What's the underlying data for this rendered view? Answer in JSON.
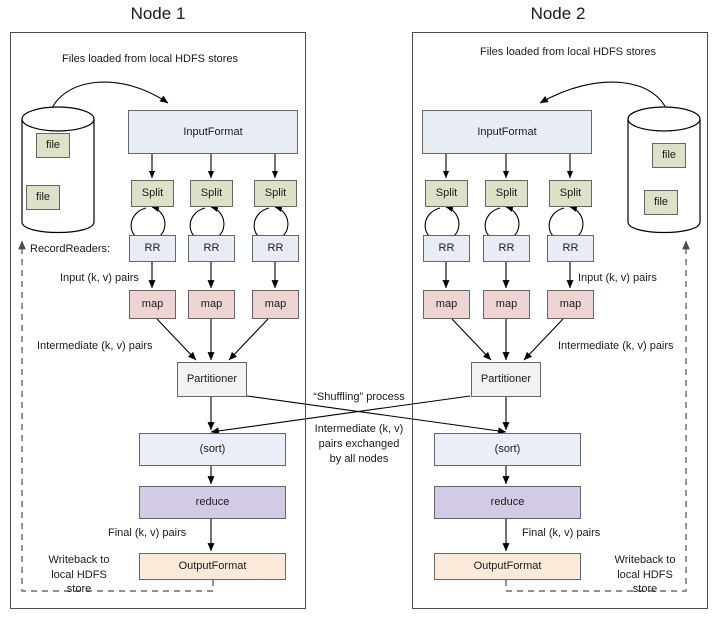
{
  "diagram": {
    "title": "MapReduce data flow across two nodes",
    "colors": {
      "inputformat": "#e8edf5",
      "split": "#dde1c8",
      "recordreader": "#e8edf5",
      "map": "#eed3d3",
      "partitioner": "#f2f2f2",
      "sort": "#eaeff7",
      "reduce": "#d3cbe6",
      "outputformat": "#fbeada",
      "file": "#dde1c8",
      "stroke": "#666666",
      "frame": "#4d4d4d",
      "text": "#1a1a1a"
    }
  },
  "nodes": [
    {
      "title": "Node 1",
      "header_caption": "Files loaded from local HDFS stores",
      "store": {
        "files": [
          "file",
          "file"
        ]
      },
      "inputformat": "InputFormat",
      "splits": [
        "Split",
        "Split",
        "Split"
      ],
      "recordreaders": [
        "RR",
        "RR",
        "RR"
      ],
      "maps": [
        "map",
        "map",
        "map"
      ],
      "partitioner": "Partitioner",
      "sort": "(sort)",
      "reduce": "reduce",
      "outputformat": "OutputFormat",
      "labels": {
        "recordreaders": "RecordReaders:",
        "input_pairs": "Input (k, v) pairs",
        "intermediate_pairs": "Intermediate (k, v) pairs",
        "final_pairs": "Final (k, v) pairs",
        "writeback": "Writeback to\nlocal HDFS\nstore"
      }
    },
    {
      "title": "Node 2",
      "header_caption": "Files loaded from local HDFS stores",
      "store": {
        "files": [
          "file",
          "file"
        ]
      },
      "inputformat": "InputFormat",
      "splits": [
        "Split",
        "Split",
        "Split"
      ],
      "recordreaders": [
        "RR",
        "RR",
        "RR"
      ],
      "maps": [
        "map",
        "map",
        "map"
      ],
      "partitioner": "Partitioner",
      "sort": "(sort)",
      "reduce": "reduce",
      "outputformat": "OutputFormat",
      "labels": {
        "input_pairs": "Input (k, v) pairs",
        "intermediate_pairs": "Intermediate (k, v) pairs",
        "final_pairs": "Final (k, v) pairs",
        "writeback": "Writeback to\nlocal HDFS\nstore"
      }
    }
  ],
  "shuffle": {
    "process_label": "“Shuffling” process",
    "description_line1": "Intermediate (k, v)",
    "description_line2": "pairs exchanged",
    "description_line3": "by all nodes"
  }
}
